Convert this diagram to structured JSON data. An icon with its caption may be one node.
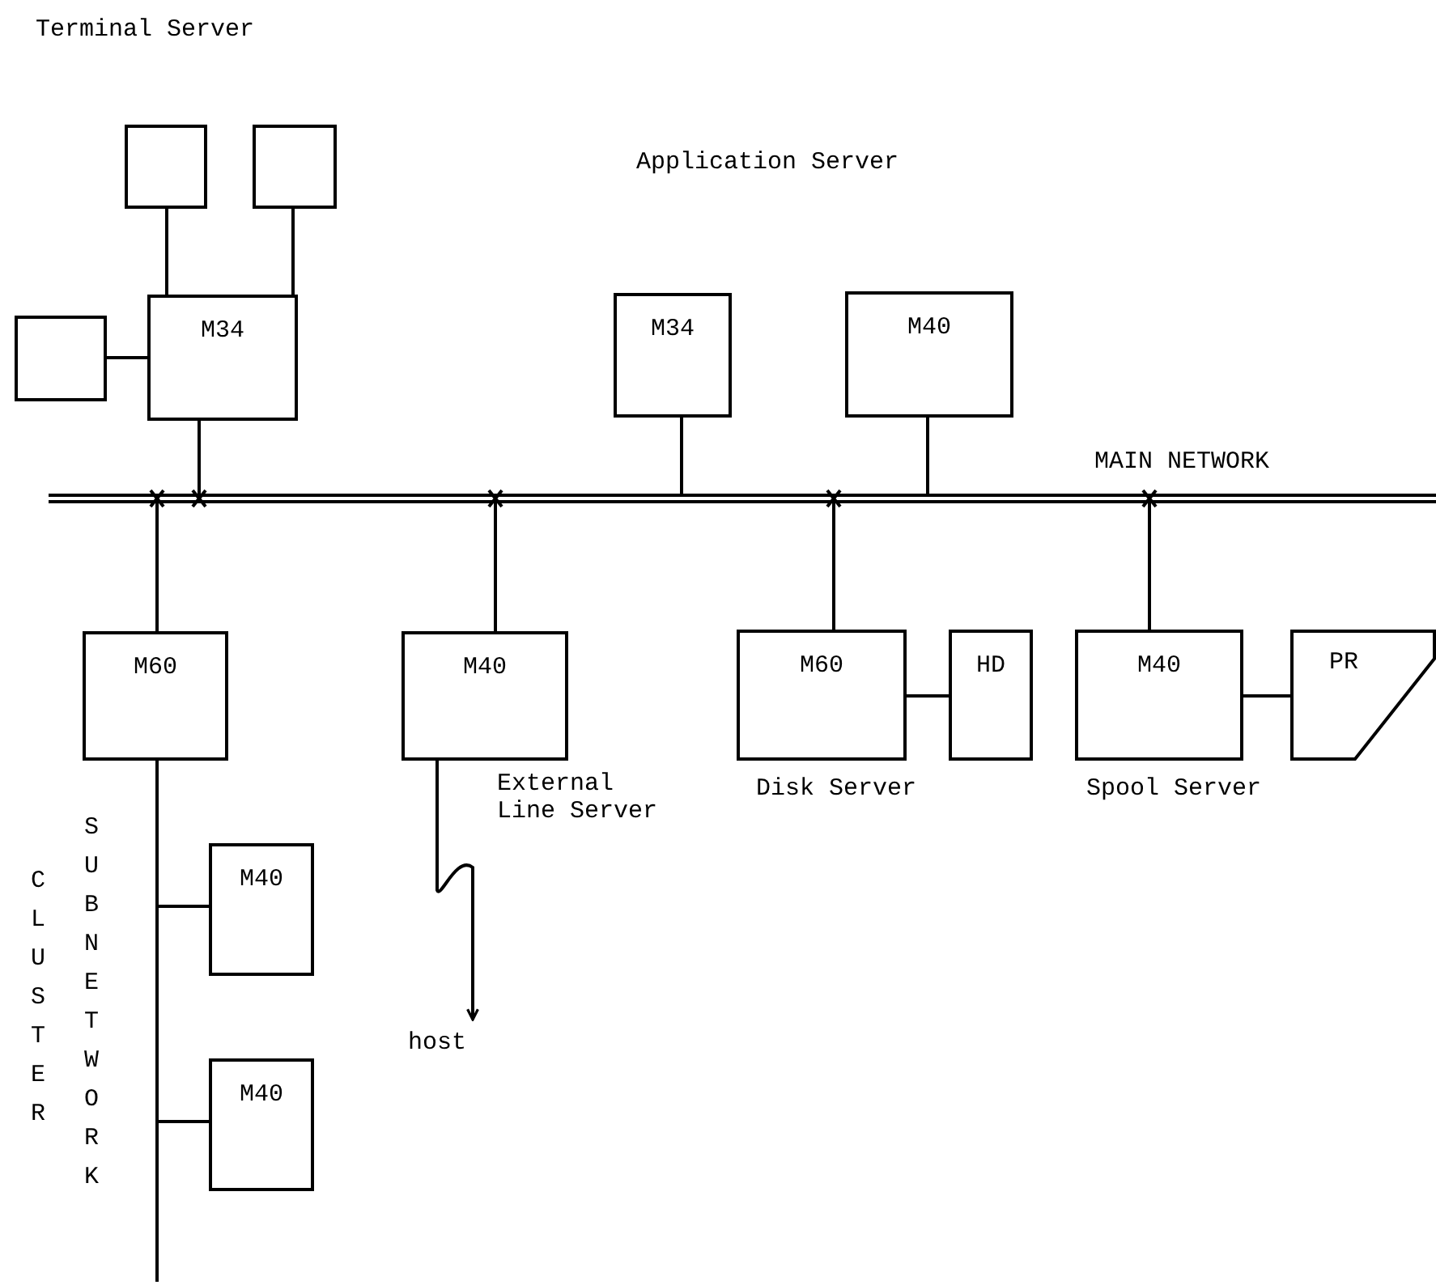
{
  "diagram": {
    "nodes": [
      {
        "text": [],
        "shape": "box"
      },
      {
        "text": [],
        "shape": "box"
      },
      {
        "text": [],
        "shape": "box"
      },
      {
        "text": [
          "M34"
        ]
      },
      {
        "text": [
          "M34"
        ]
      },
      {
        "text": [
          "M40"
        ]
      },
      {
        "text": [],
        "shape": "bar",
        "beside": [
          "MAIN NETWORK"
        ]
      },
      {
        "text": [
          "M60"
        ]
      },
      {
        "text": [
          "M40"
        ],
        "beside": [
          "External Line Server"
        ]
      },
      {
        "text": [
          "M60"
        ],
        "beside": [
          "Disk Server"
        ]
      },
      {
        "text": [
          "HD"
        ]
      },
      {
        "text": [
          "M40"
        ],
        "beside": [
          "Spool Server"
        ]
      },
      {
        "text": [
          "PR"
        ]
      },
      {
        "text": [],
        "shape": "bar",
        "beside": [
          "CLUSTER",
          "SUBNETWORK"
        ]
      },
      {
        "text": [
          "M40"
        ]
      },
      {
        "text": [
          "M40"
        ]
      },
      {
        "text": [
          "host"
        ]
      }
    ],
    "edges": [
      {
        "from": 0,
        "to": 3,
        "arrow": "none"
      },
      {
        "from": 1,
        "to": 3,
        "arrow": "none"
      },
      {
        "from": 2,
        "to": 3,
        "arrow": "none"
      },
      {
        "from": 3,
        "to": 6,
        "arrow": "none"
      },
      {
        "from": 4,
        "to": 6,
        "arrow": "none"
      },
      {
        "from": 5,
        "to": 6,
        "arrow": "none"
      },
      {
        "from": 6,
        "to": 7,
        "arrow": "none"
      },
      {
        "from": 6,
        "to": 8,
        "arrow": "none"
      },
      {
        "from": 6,
        "to": 9,
        "arrow": "none"
      },
      {
        "from": 6,
        "to": 11,
        "arrow": "none"
      },
      {
        "from": 9,
        "to": 10,
        "arrow": "none"
      },
      {
        "from": 11,
        "to": 12,
        "arrow": "none"
      },
      {
        "from": 7,
        "to": 13,
        "arrow": "none"
      },
      {
        "from": 13,
        "to": 14,
        "arrow": "none"
      },
      {
        "from": 13,
        "to": 15,
        "arrow": "none"
      },
      {
        "from": 8,
        "to": 16,
        "arrow": "to"
      }
    ],
    "labels": [
      "Terminal Server",
      "Application Server"
    ]
  }
}
